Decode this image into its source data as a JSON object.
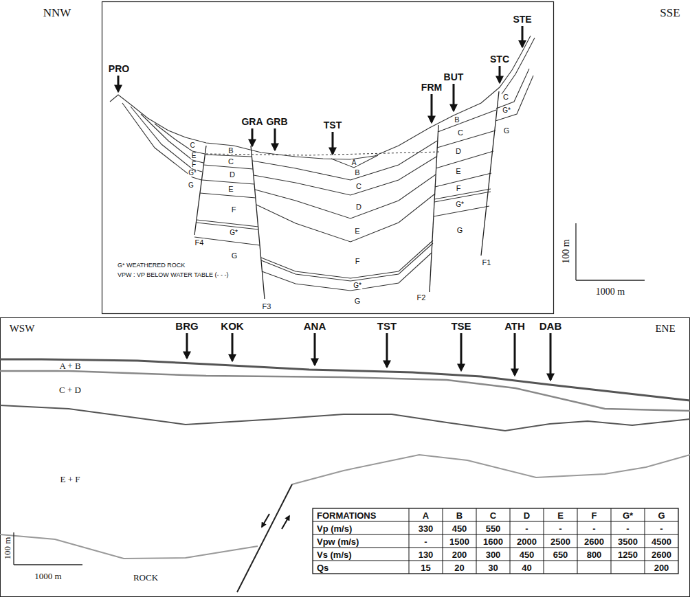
{
  "diagram": {
    "labels": [
      "NNW",
      "SSE",
      "PRO",
      "GRA",
      "GRB",
      "TST",
      "FRM",
      "BUT",
      "STC",
      "STE",
      "C",
      "E",
      "F",
      "G*",
      "G",
      "B",
      "C",
      "D",
      "E",
      "F",
      "G*",
      "G",
      "A",
      "B",
      "C",
      "D",
      "E",
      "F",
      "G*",
      "G",
      "B",
      "C",
      "D",
      "E",
      "F",
      "G*",
      "G",
      "C",
      "G*",
      "G",
      "F4",
      "F3",
      "F2",
      "F1",
      "G* WEATHERED ROCK",
      "VPW : VP BELOW WATER TABLE (- - -)",
      "100 m",
      "1000 m",
      "WSW",
      "ENE",
      "BRG",
      "KOK",
      "ANA",
      "TST",
      "TSE",
      "ATH",
      "DAB",
      "A + B",
      "C + D",
      "E + F",
      "ROCK",
      "100 m",
      "1000 m",
      "FORMATIONS",
      "A",
      "B",
      "C",
      "D",
      "E",
      "F",
      "G*",
      "G",
      "Vp (m/s)",
      "330",
      "450",
      "550",
      "-",
      "-",
      "-",
      "-",
      "-",
      "Vpw (m/s)",
      "-",
      "1500",
      "1600",
      "2000",
      "2500",
      "2600",
      "3500",
      "4500",
      "Vs (m/s)",
      "130",
      "200",
      "300",
      "450",
      "650",
      "800",
      "1250",
      "2600",
      "Qs",
      "15",
      "20",
      "30",
      "40",
      "200"
    ]
  }
}
